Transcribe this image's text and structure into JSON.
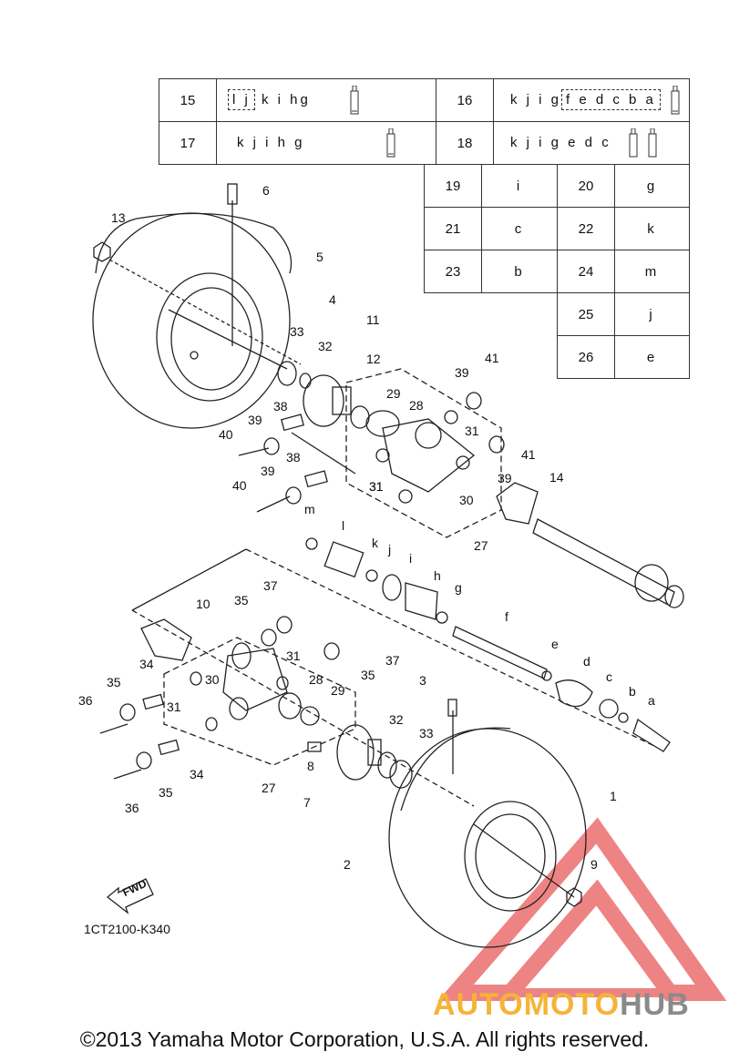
{
  "table": {
    "rows": [
      {
        "num_a": "15",
        "code_a_boxed": "l j",
        "code_a": "k i hg",
        "num_b": "16",
        "code_b": "k j i g",
        "code_b_boxed": "f e d c b a"
      },
      {
        "num_a": "17",
        "code_a": "k j i h g",
        "num_b": "18",
        "code_b": "k j i g e d c"
      }
    ],
    "grid": [
      {
        "n1": "19",
        "v1": "i",
        "n2": "20",
        "v2": "g"
      },
      {
        "n1": "21",
        "v1": "c",
        "n2": "22",
        "v2": "k"
      },
      {
        "n1": "23",
        "v1": "b",
        "n2": "24",
        "v2": "m"
      },
      {
        "n1": "",
        "v1": "",
        "n2": "25",
        "v2": "j"
      },
      {
        "n1": "",
        "v1": "",
        "n2": "26",
        "v2": "e"
      }
    ]
  },
  "labels": {
    "upper": [
      "6",
      "13",
      "5",
      "4",
      "11",
      "12",
      "33",
      "32",
      "41",
      "39",
      "29",
      "28",
      "31",
      "38",
      "39",
      "40",
      "31",
      "38",
      "39",
      "40",
      "14",
      "31",
      "30",
      "39",
      "41",
      "27",
      "m",
      "l",
      "k",
      "j",
      "i",
      "h",
      "g"
    ],
    "lower": [
      "10",
      "37",
      "35",
      "31",
      "35",
      "37",
      "34",
      "30",
      "28",
      "29",
      "35",
      "36",
      "31",
      "32",
      "33",
      "34",
      "35",
      "36",
      "27",
      "8",
      "7",
      "f",
      "e",
      "d",
      "c",
      "b",
      "a",
      "3",
      "1",
      "2",
      "9"
    ]
  },
  "fwd_label": "FWD",
  "part_code": "1CT2100-K340",
  "watermark": {
    "auto": "AUTO",
    "moto": "MOTO",
    "hub": "HUB"
  },
  "copyright": "©2013 Yamaha Motor Corporation, U.S.A. All rights reserved.",
  "colors": {
    "auto": "#f5b437",
    "moto": "#f5b437",
    "hub": "#8a8a8a",
    "triangle": "#e85a5a"
  }
}
